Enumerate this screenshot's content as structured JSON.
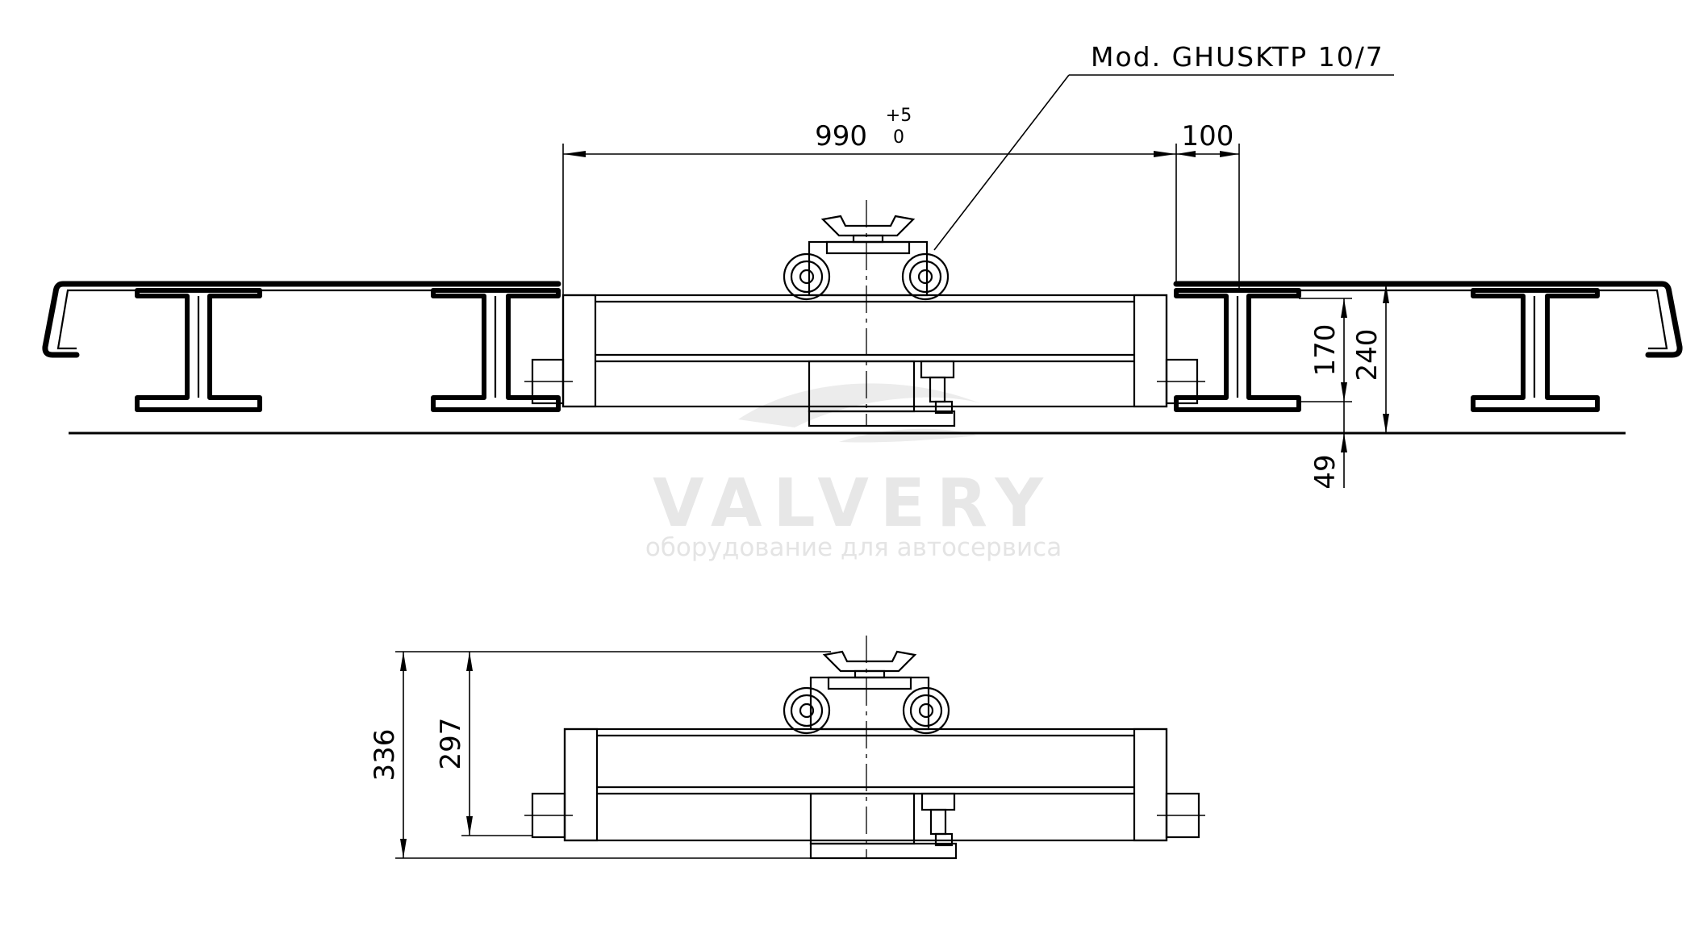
{
  "model_label": "Mod. GHUSKTP 10/7",
  "dimensions": {
    "span": "990",
    "span_tol_upper": "+5",
    "span_tol_lower": "0",
    "offset": "100",
    "rail_height": "170",
    "total_height": "240",
    "floor_gap": "49",
    "height_max": "336",
    "height_min": "297"
  },
  "watermark": {
    "brand": "VALVERY",
    "tagline": "оборудование для автосервиса"
  }
}
